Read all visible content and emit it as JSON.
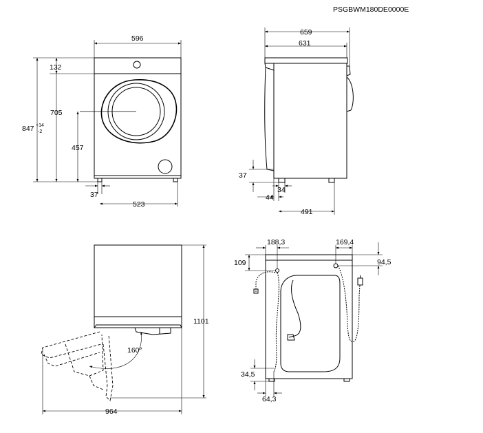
{
  "model_code": "PSGBWM180DE0000E",
  "front_view": {
    "width": "596",
    "top_offset": "132",
    "door_center_height": "705",
    "total_height": "847",
    "total_height_tol_upper": "+14",
    "total_height_tol_lower": "-2",
    "door_bottom_height": "457",
    "foot_offset": "37",
    "foot_spacing": "523"
  },
  "side_view": {
    "depth_total": "659",
    "depth_body": "631",
    "foot_height": "37",
    "foot_width": "34",
    "foot_offset": "44",
    "foot_spacing": "491"
  },
  "door_view": {
    "total_height": "1101",
    "door_opening_depth": "964",
    "door_angle": "160°"
  },
  "rear_view": {
    "hose_left_offset": "188,3",
    "hose_right_offset": "169,4",
    "top_offset_left": "109",
    "top_offset_right": "94,5",
    "bottom_foot_height": "34,5",
    "bottom_foot_offset": "64,3"
  }
}
